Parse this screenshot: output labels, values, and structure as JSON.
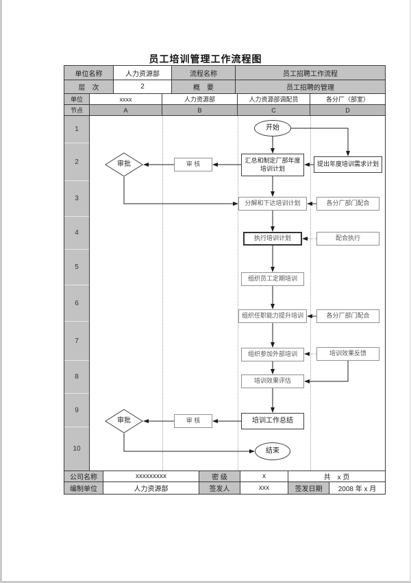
{
  "title": "员工培训管理工作流程图",
  "info": {
    "unit_name_label": "单位名称",
    "unit_name_value": "人力资源部",
    "process_name_label": "流程名称",
    "process_name_value": "员工招聘工作流程",
    "level_label": "层　次",
    "level_value": "2",
    "summary_label": "概　要",
    "summary_value": "员工招聘的管理"
  },
  "grid": {
    "unit_label": "单位",
    "node_label": "节点",
    "units": [
      "xxxx",
      "人力资源部",
      "人力资源部调配员",
      "各分厂（部室）"
    ],
    "node_letters": [
      "A",
      "B",
      "C",
      "D"
    ],
    "node_numbers": [
      "1",
      "2",
      "3",
      "4",
      "5",
      "6",
      "7",
      "8",
      "9",
      "10"
    ]
  },
  "flow": {
    "start": "开始",
    "approve1": "审批",
    "review1": "审 核",
    "summary_plan": "汇总和制定厂部年度培训计划",
    "propose": "提出年度培训需求计划",
    "decompose": "分解和下达培训计划",
    "coop1": "各分厂部门配合",
    "execute": "执行培训计划",
    "coop_execute": "配合执行",
    "regular": "组织员工定期培训",
    "ability": "组织任职能力提升培训",
    "coop2": "各分厂部门配合",
    "external": "组织参加外部培训",
    "feedback": "培训效果反馈",
    "evaluate": "培训效果评估",
    "work_summary": "培训工作总结",
    "review2": "审 核",
    "approve2": "审批",
    "end": "结束"
  },
  "footer": {
    "company_label": "公司名称",
    "company_value": "xxxxxxxxx",
    "secrecy_label": "密 级",
    "secrecy_value": "x",
    "pages": "共　x 页",
    "author_unit_label": "编制单位",
    "author_unit_value": "人力资源部",
    "issuer_label": "签发人",
    "issuer_value": "xxx",
    "issue_date_label": "签发日期",
    "issue_date_value": "2008 年 x 月"
  },
  "colors": {
    "label_gray": "#c3c3c3",
    "header_row_gray": "#b9b9b9",
    "border": "#3a3a3a",
    "faint_line": "#b0b0b0"
  }
}
